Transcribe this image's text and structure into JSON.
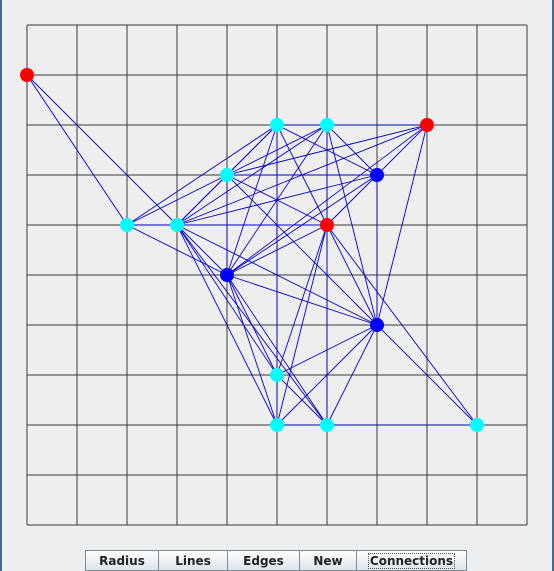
{
  "colors": {
    "background": "#eeeeee",
    "grid": "#3a3a3a",
    "edge": "#0000cc",
    "node_red": "#ff0000",
    "node_cyan": "#00ffff",
    "node_blue": "#0000ff"
  },
  "toolbar": {
    "buttons": [
      {
        "id": "radius",
        "label": "Radius"
      },
      {
        "id": "lines",
        "label": "Lines"
      },
      {
        "id": "edges",
        "label": "Edges"
      },
      {
        "id": "new",
        "label": "New"
      },
      {
        "id": "connections",
        "label": "Connections",
        "focused": true
      }
    ]
  },
  "graph": {
    "grid_cells": 10,
    "nodes": [
      {
        "id": 0,
        "gx": 0,
        "gy": 1,
        "color": "red"
      },
      {
        "id": 1,
        "gx": 5,
        "gy": 2,
        "color": "cyan"
      },
      {
        "id": 2,
        "gx": 6,
        "gy": 2,
        "color": "cyan"
      },
      {
        "id": 3,
        "gx": 8,
        "gy": 2,
        "color": "red"
      },
      {
        "id": 4,
        "gx": 4,
        "gy": 3,
        "color": "cyan"
      },
      {
        "id": 5,
        "gx": 7,
        "gy": 3,
        "color": "blue"
      },
      {
        "id": 6,
        "gx": 2,
        "gy": 4,
        "color": "cyan"
      },
      {
        "id": 7,
        "gx": 3,
        "gy": 4,
        "color": "cyan"
      },
      {
        "id": 8,
        "gx": 6,
        "gy": 4,
        "color": "red"
      },
      {
        "id": 9,
        "gx": 4,
        "gy": 5,
        "color": "blue"
      },
      {
        "id": 10,
        "gx": 7,
        "gy": 6,
        "color": "blue"
      },
      {
        "id": 11,
        "gx": 5,
        "gy": 7,
        "color": "cyan"
      },
      {
        "id": 12,
        "gx": 5,
        "gy": 8,
        "color": "cyan"
      },
      {
        "id": 13,
        "gx": 6,
        "gy": 8,
        "color": "cyan"
      },
      {
        "id": 14,
        "gx": 9,
        "gy": 8,
        "color": "cyan"
      }
    ],
    "edges": [
      [
        0,
        6
      ],
      [
        0,
        7
      ],
      [
        1,
        2
      ],
      [
        1,
        6
      ],
      [
        1,
        7
      ],
      [
        1,
        9
      ],
      [
        1,
        8
      ],
      [
        1,
        5
      ],
      [
        1,
        4
      ],
      [
        1,
        11
      ],
      [
        2,
        3
      ],
      [
        2,
        4
      ],
      [
        2,
        7
      ],
      [
        2,
        9
      ],
      [
        2,
        8
      ],
      [
        2,
        5
      ],
      [
        2,
        10
      ],
      [
        3,
        4
      ],
      [
        3,
        5
      ],
      [
        3,
        9
      ],
      [
        3,
        10
      ],
      [
        3,
        7
      ],
      [
        4,
        5
      ],
      [
        4,
        6
      ],
      [
        4,
        7
      ],
      [
        4,
        8
      ],
      [
        4,
        9
      ],
      [
        4,
        10
      ],
      [
        5,
        7
      ],
      [
        5,
        8
      ],
      [
        5,
        9
      ],
      [
        5,
        10
      ],
      [
        6,
        7
      ],
      [
        6,
        9
      ],
      [
        6,
        8
      ],
      [
        7,
        8
      ],
      [
        7,
        9
      ],
      [
        7,
        10
      ],
      [
        7,
        11
      ],
      [
        7,
        12
      ],
      [
        7,
        13
      ],
      [
        8,
        9
      ],
      [
        8,
        10
      ],
      [
        8,
        11
      ],
      [
        8,
        12
      ],
      [
        8,
        13
      ],
      [
        9,
        10
      ],
      [
        9,
        11
      ],
      [
        9,
        12
      ],
      [
        9,
        13
      ],
      [
        10,
        11
      ],
      [
        10,
        12
      ],
      [
        10,
        13
      ],
      [
        10,
        14
      ],
      [
        11,
        13
      ],
      [
        11,
        12
      ],
      [
        12,
        13
      ],
      [
        13,
        14
      ],
      [
        8,
        14
      ]
    ]
  }
}
